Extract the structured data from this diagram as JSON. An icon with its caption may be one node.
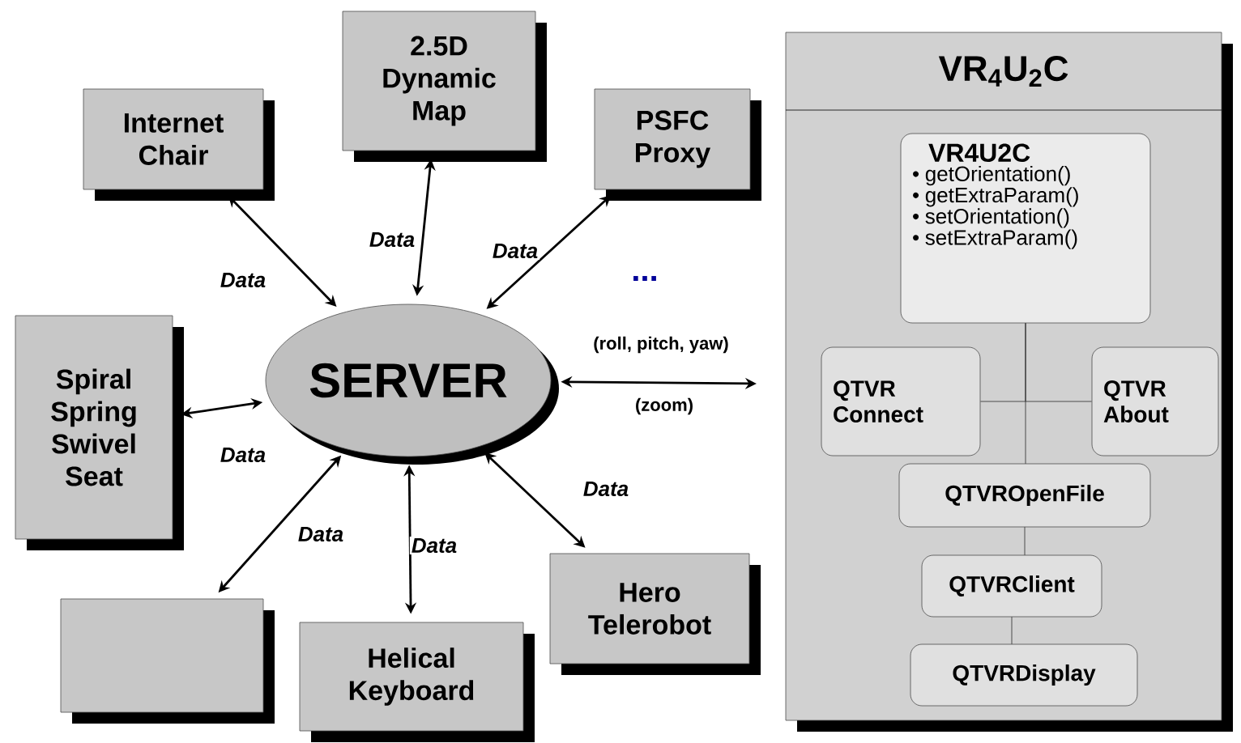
{
  "diagram": {
    "nodes": [
      {
        "text": [
          "Internet Chair"
        ]
      },
      {
        "text": [
          "2.5D Dynamic Map"
        ]
      },
      {
        "text": [
          "PSFC Proxy"
        ]
      },
      {
        "text": [
          "Spiral Spring Swivel Seat"
        ]
      },
      {
        "text": [
          "SERVER"
        ]
      },
      {
        "text": [],
        "shape": "box"
      },
      {
        "text": [
          "Helical Keyboard"
        ]
      },
      {
        "text": [
          "Hero Telerobot"
        ]
      },
      {
        "text": [
          "VR$_{4}$U$_{2}$C"
        ]
      },
      {
        "text": [
          "VR4U2C",
          "• getOrientation()",
          "• getExtraParam()",
          "• setOrientation()",
          "• setExtraParam()"
        ],
        "in": 8
      },
      {
        "text": [
          "QTVR Connect"
        ],
        "in": 8
      },
      {
        "text": [
          "QTVR About"
        ],
        "in": 8
      },
      {
        "text": [
          "QTVROpenFile"
        ],
        "in": 8
      },
      {
        "text": [
          "QTVRClient"
        ],
        "in": 8
      },
      {
        "text": [
          "QTVRDisplay"
        ],
        "in": 8
      }
    ],
    "edges": [
      {
        "from": 0,
        "to": 4,
        "arrow": "both",
        "label": "Data"
      },
      {
        "from": 1,
        "to": 4,
        "arrow": "both",
        "label": "Data"
      },
      {
        "from": 2,
        "to": 4,
        "arrow": "both",
        "label": "Data"
      },
      {
        "from": 3,
        "to": 4,
        "arrow": "both",
        "label": "Data"
      },
      {
        "from": 5,
        "to": 4,
        "arrow": "both",
        "label": "Data"
      },
      {
        "from": 6,
        "to": 4,
        "arrow": "both",
        "label": "Data"
      },
      {
        "from": 7,
        "to": 4,
        "arrow": "both",
        "label": "Data"
      },
      {
        "from": 4,
        "to": null,
        "arrow": "both",
        "label": "(roll, pitch, yaw)"
      },
      {
        "from": 9,
        "to": 10,
        "arrow": "none"
      },
      {
        "from": 9,
        "to": 11,
        "arrow": "none"
      },
      {
        "from": 9,
        "to": 12,
        "arrow": "none"
      },
      {
        "from": 12,
        "to": 13,
        "arrow": "none"
      },
      {
        "from": 13,
        "to": 14,
        "arrow": "none"
      }
    ],
    "labels": [
      "...",
      "(zoom)"
    ]
  }
}
